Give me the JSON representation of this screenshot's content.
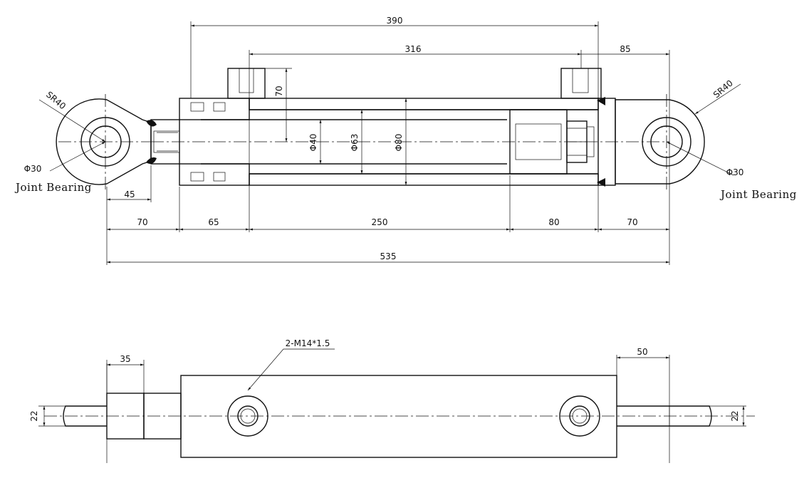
{
  "drawing": {
    "top_view": {
      "dims": {
        "d390": "390",
        "d316": "316",
        "d85": "85",
        "d70_port": "70",
        "d45": "45",
        "d70_left": "70",
        "d65": "65",
        "d250": "250",
        "d80": "80",
        "d70_right": "70",
        "d535": "535",
        "sr40_left": "SR40",
        "sr40_right": "SR40",
        "phi30_left": "Φ30",
        "phi30_right": "Φ30",
        "phi40": "Φ40",
        "phi63": "Φ63",
        "phi80": "Φ80"
      },
      "labels": {
        "joint_bearing_left": "Joint Bearing",
        "joint_bearing_right": "Joint Bearing"
      }
    },
    "bottom_view": {
      "dims": {
        "d35": "35",
        "d50": "50",
        "d22_left": "22",
        "d22_right": "22",
        "port_thread": "2-M14*1.5"
      }
    }
  }
}
